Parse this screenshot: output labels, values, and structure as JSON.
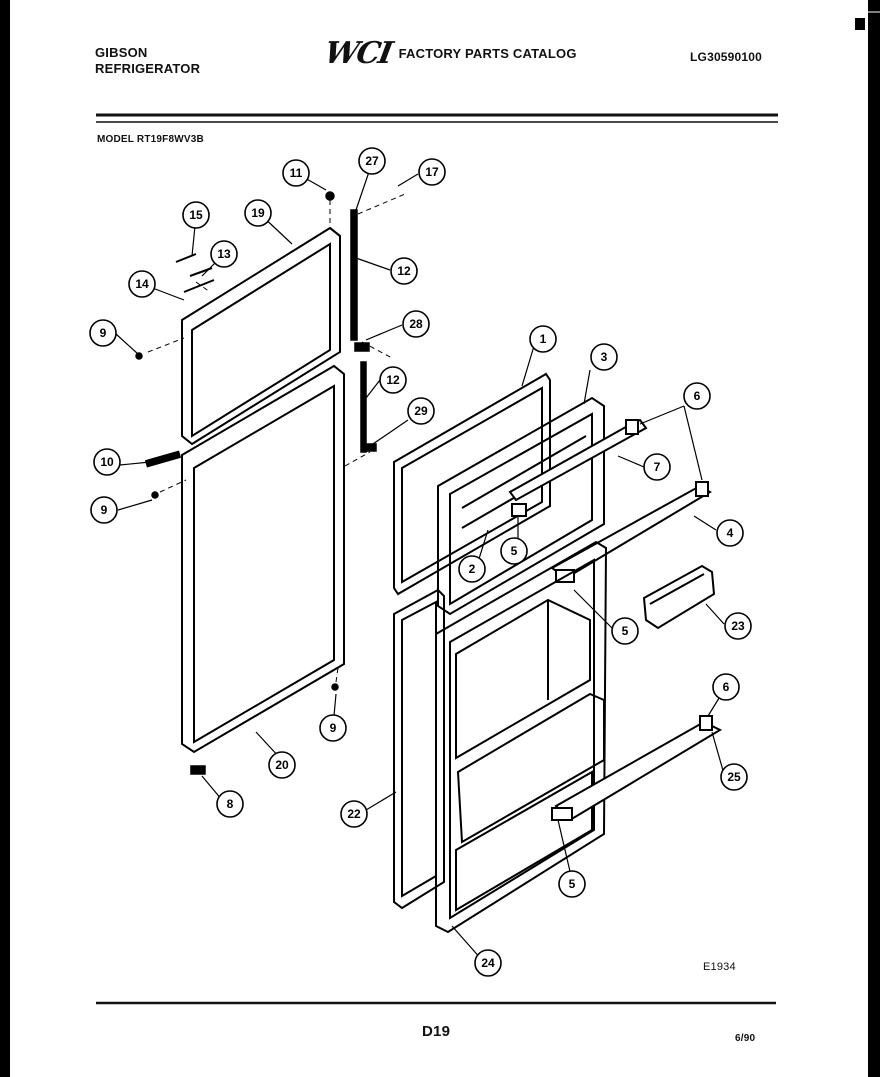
{
  "header": {
    "brand_line1": "GIBSON",
    "brand_line2": "REFRIGERATOR",
    "logo": "WCI",
    "catalog_title": "FACTORY PARTS CATALOG",
    "catalog_number": "LG30590100",
    "model": "MODEL RT19F8WV3B"
  },
  "footer": {
    "drawing_code": "E1934",
    "page_number": "D19",
    "date": "6/90"
  },
  "callouts": [
    {
      "id": "c11",
      "label": "11"
    },
    {
      "id": "c27",
      "label": "27"
    },
    {
      "id": "c17",
      "label": "17"
    },
    {
      "id": "c15",
      "label": "15"
    },
    {
      "id": "c19",
      "label": "19"
    },
    {
      "id": "c13",
      "label": "13"
    },
    {
      "id": "c14",
      "label": "14"
    },
    {
      "id": "c12a",
      "label": "12"
    },
    {
      "id": "c9a",
      "label": "9"
    },
    {
      "id": "c28",
      "label": "28"
    },
    {
      "id": "c1",
      "label": "1"
    },
    {
      "id": "c3",
      "label": "3"
    },
    {
      "id": "c12b",
      "label": "12"
    },
    {
      "id": "c6a",
      "label": "6"
    },
    {
      "id": "c29",
      "label": "29"
    },
    {
      "id": "c10",
      "label": "10"
    },
    {
      "id": "c7",
      "label": "7"
    },
    {
      "id": "c9b",
      "label": "9"
    },
    {
      "id": "c4",
      "label": "4"
    },
    {
      "id": "c5a",
      "label": "5"
    },
    {
      "id": "c2",
      "label": "2"
    },
    {
      "id": "c5b",
      "label": "5"
    },
    {
      "id": "c23",
      "label": "23"
    },
    {
      "id": "c6b",
      "label": "6"
    },
    {
      "id": "c9c",
      "label": "9"
    },
    {
      "id": "c20",
      "label": "20"
    },
    {
      "id": "c25",
      "label": "25"
    },
    {
      "id": "c8",
      "label": "8"
    },
    {
      "id": "c22",
      "label": "22"
    },
    {
      "id": "c5c",
      "label": "5"
    },
    {
      "id": "c24",
      "label": "24"
    }
  ]
}
